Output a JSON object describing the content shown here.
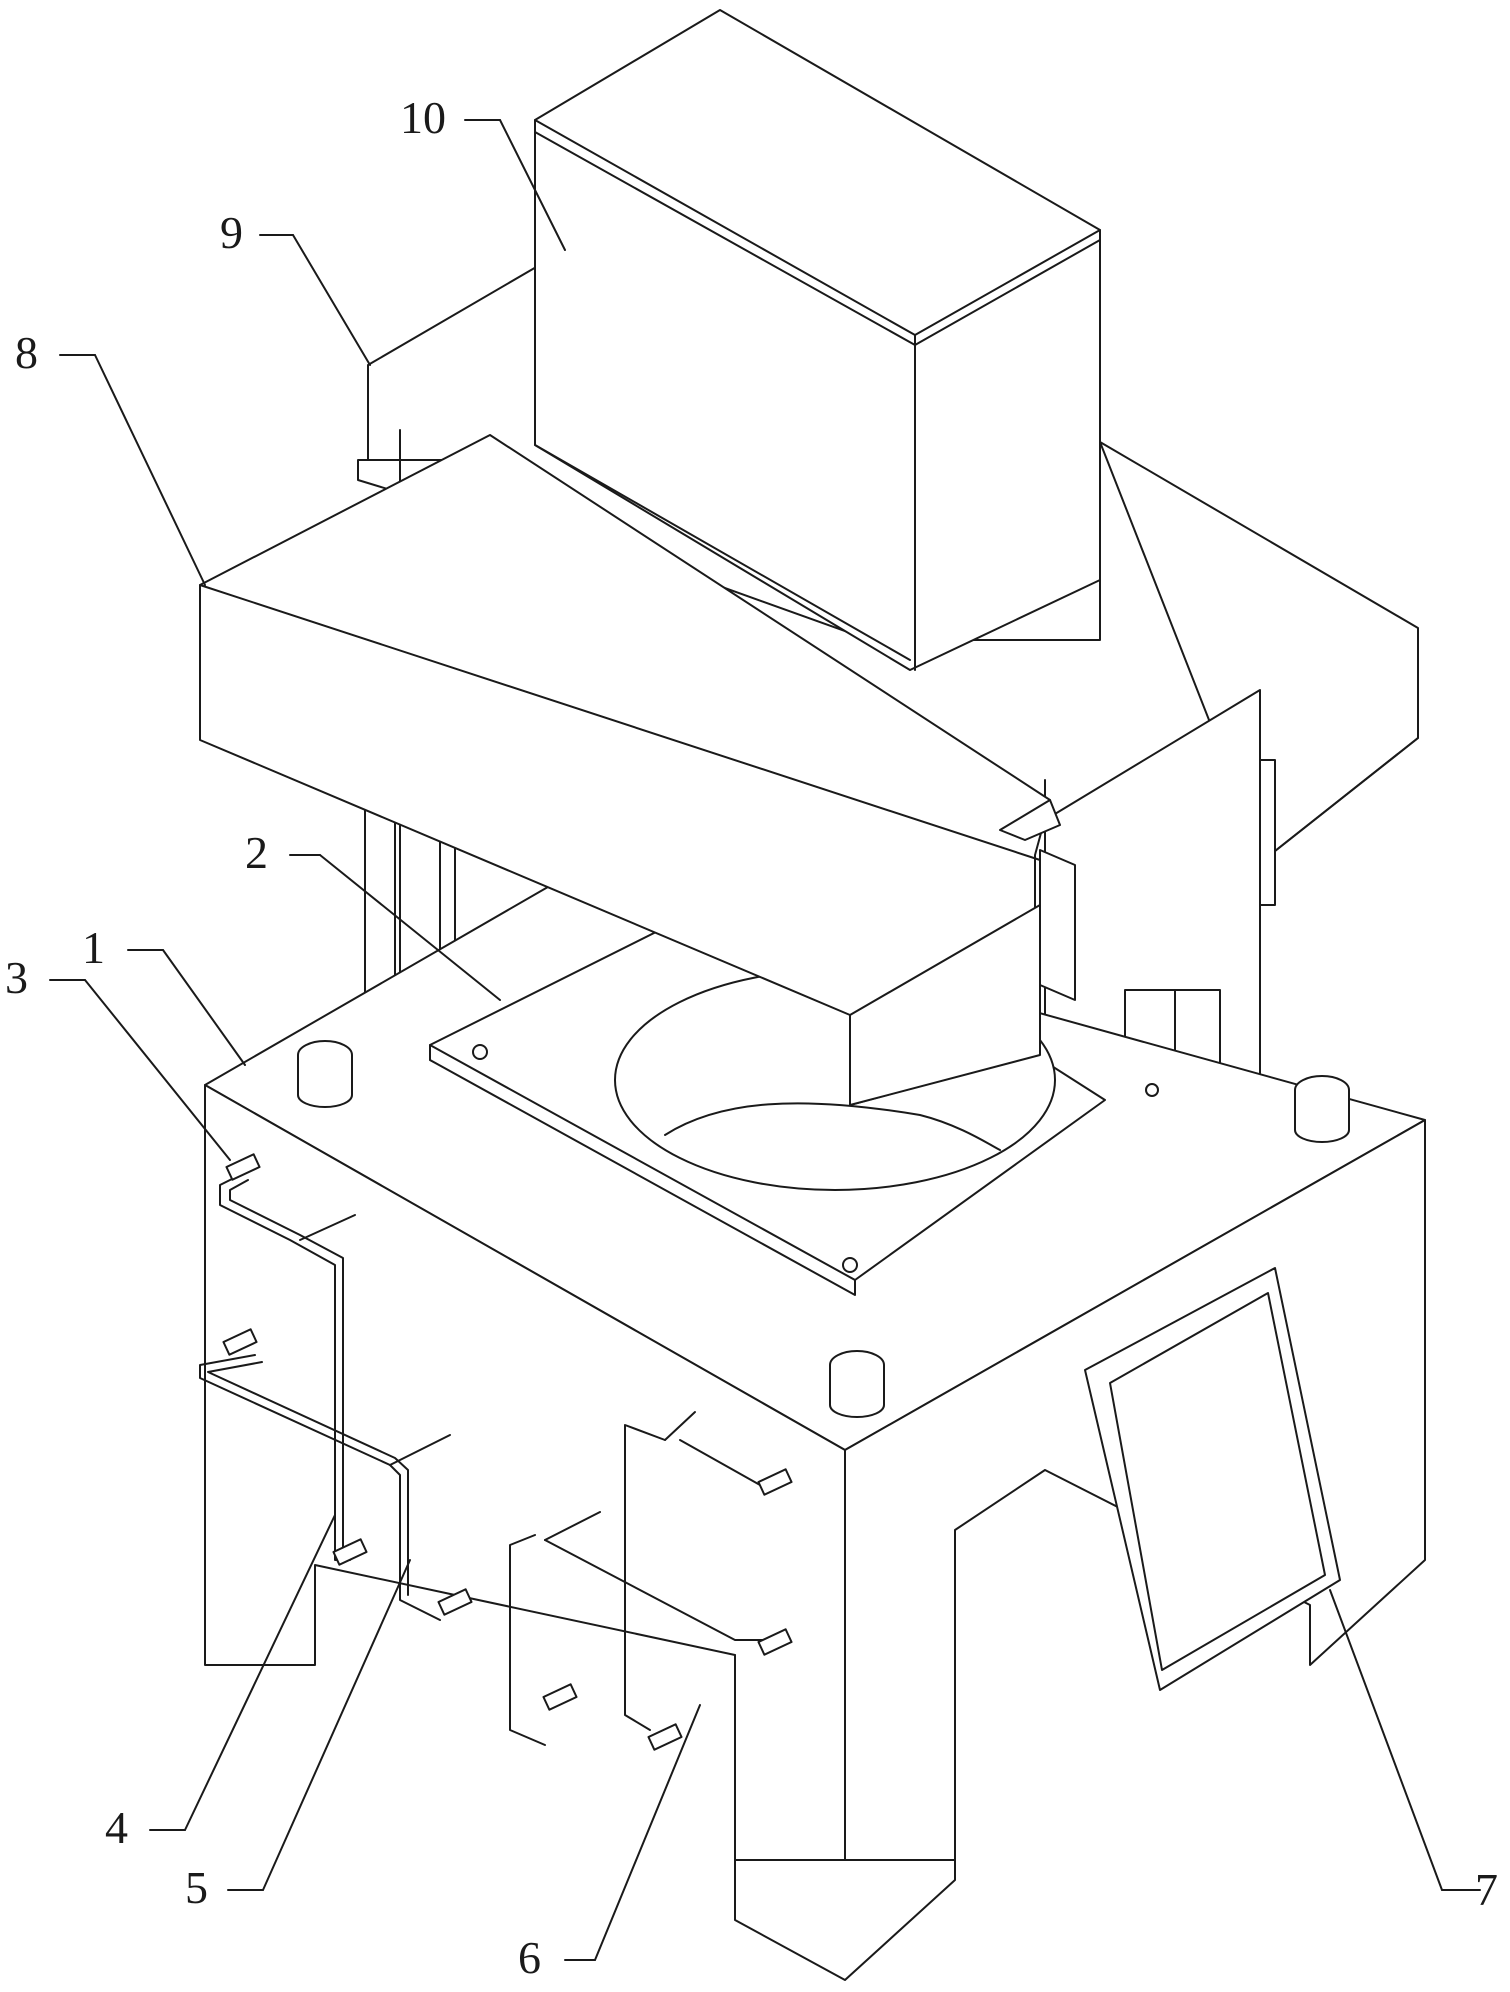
{
  "figure": {
    "labels": {
      "l1": "1",
      "l2": "2",
      "l3": "3",
      "l4": "4",
      "l5": "5",
      "l6": "6",
      "l7": "7",
      "l8": "8",
      "l9": "9",
      "l10": "10"
    },
    "stroke_color": "#1a1a1a",
    "background_color": "#ffffff"
  }
}
